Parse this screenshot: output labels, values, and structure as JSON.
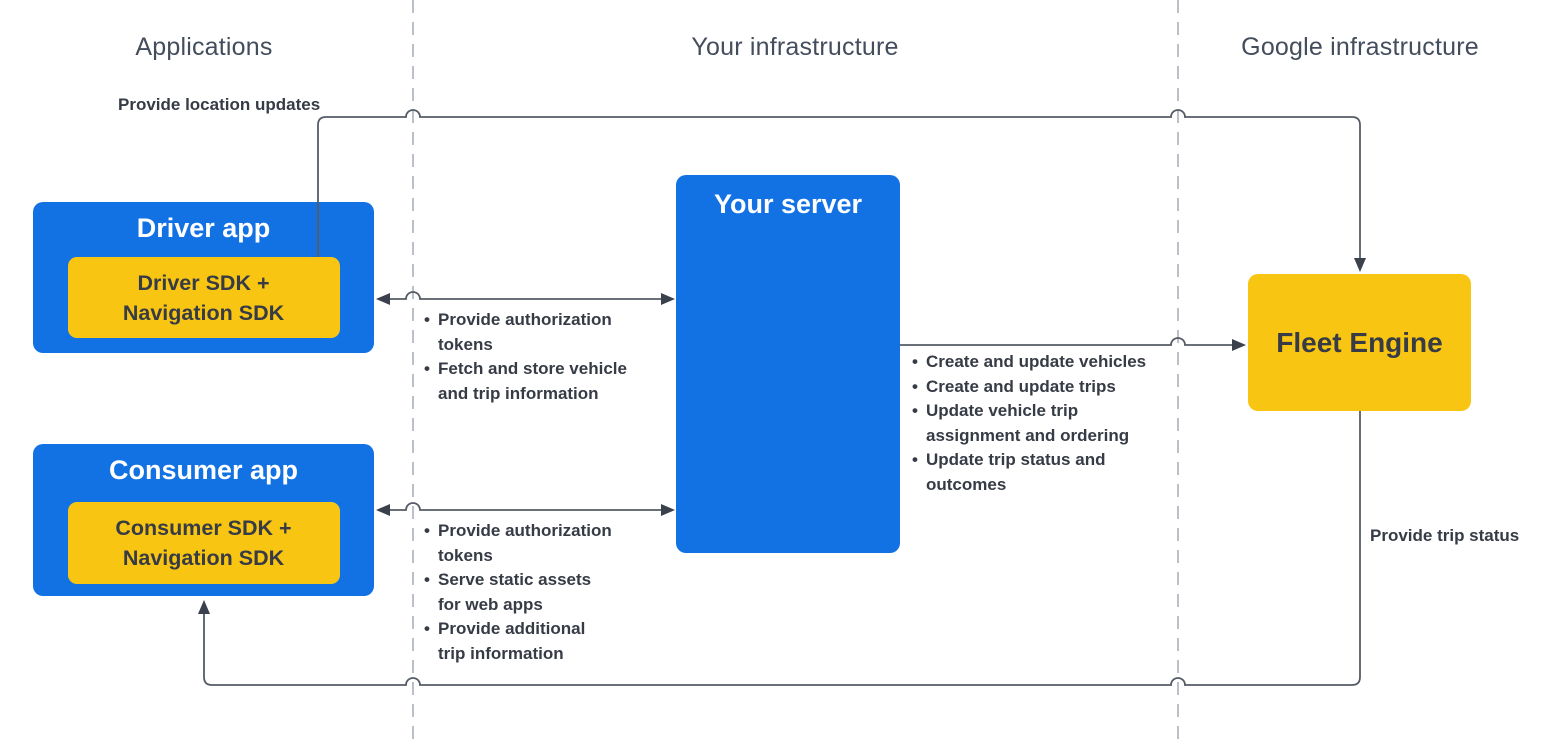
{
  "colors": {
    "blue": "#1272E4",
    "yellow": "#F9C513",
    "line": "#565C66",
    "arrow": "#3A414D",
    "divider": "#BBC0C8",
    "header_text": "#434D5C",
    "dark_text": "#363B45"
  },
  "headers": {
    "applications": "Applications",
    "your_infrastructure": "Your infrastructure",
    "google_infrastructure": "Google infrastructure"
  },
  "nodes": {
    "driver_app": {
      "title": "Driver app",
      "sdk_lines": [
        "Driver SDK +",
        "Navigation SDK"
      ]
    },
    "consumer_app": {
      "title": "Consumer app",
      "sdk_lines": [
        "Consumer SDK +",
        "Navigation SDK"
      ]
    },
    "your_server": {
      "title": "Your server"
    },
    "fleet_engine": {
      "title": "Fleet Engine"
    }
  },
  "edge_labels": {
    "provide_location_updates": "Provide location updates",
    "provide_trip_status": "Provide trip status"
  },
  "bullet_lists": {
    "driver_server": [
      [
        "Provide authorization",
        "tokens"
      ],
      [
        "Fetch and store vehicle",
        "and trip information"
      ]
    ],
    "consumer_server": [
      [
        "Provide authorization",
        "tokens"
      ],
      [
        "Serve static assets",
        "for web apps"
      ],
      [
        "Provide additional",
        "trip information"
      ]
    ],
    "server_fleet": [
      [
        "Create and update vehicles"
      ],
      [
        "Create and update trips"
      ],
      [
        "Update vehicle trip",
        "assignment and ordering"
      ],
      [
        "Update trip status and",
        "outcomes"
      ]
    ]
  }
}
